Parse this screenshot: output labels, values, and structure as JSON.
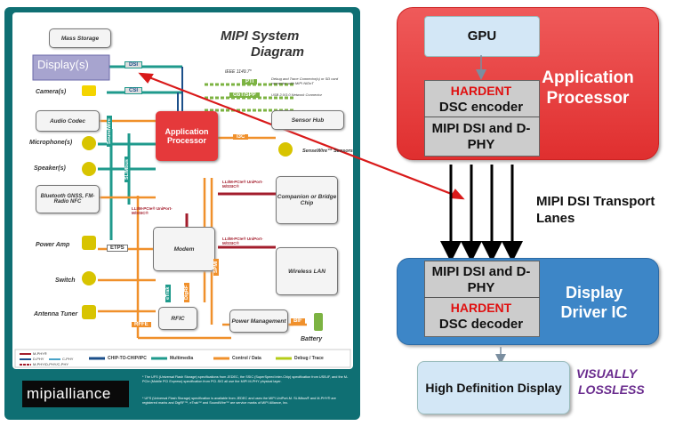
{
  "poster": {
    "title_line1": "MIPI System",
    "title_line2": "Diagram",
    "processor": "Application Processor",
    "blocks": {
      "mass_storage": "Mass Storage",
      "displays": "Display(s)",
      "cameras": "Camera(s)",
      "audio_codec": "Audio Codec",
      "microphones": "Microphone(s)",
      "speakers": "Speaker(s)",
      "bluetooth": "Bluetooth GNSS, FM-Radio NFC",
      "power_amp": "Power Amp",
      "switch": "Switch",
      "antenna_tuner": "Antenna Tuner",
      "modem": "Modem",
      "rfic": "RFIC",
      "power_mgmt": "Power Management",
      "battery": "Battery",
      "sensor_hub": "Sensor Hub",
      "companion": "Companion or Bridge Chip",
      "wireless_lan": "Wireless LAN",
      "sensewire_sensors": "SenseWire™ Sensors"
    },
    "interfaces": {
      "dsi": "DSI",
      "csi": "CSI",
      "i3c": "I3C",
      "pti": "PTI",
      "gbt": "GbT/SPP",
      "soundwire": "SoundWire",
      "slimbus": "SLIMbus",
      "etps": "ETPS",
      "rffe": "RFFE",
      "bif": "BIF",
      "spmi": "SPMI",
      "etrak": "eTrak",
      "digrf": "DigRF",
      "llim1": "LLI/M-PCIe® UniPort-M/SSIC®",
      "llim2": "LLI/M-PCIe® UniPort-M/SSIC®",
      "llim3": "LLI/M-PCIe® UniPort-M/SSIC®",
      "ieee": "IEEE 1149.7*",
      "debug_note": "Debug and Trace Connector(s) or SD card connector with MIPI NIDnT",
      "usb_note": "USB 2.0/3.0 Network Connector"
    },
    "legend": {
      "mphy": "M-PHY®",
      "dphy": "D-PHY",
      "cphy": "C-PHY",
      "mphy_dphy": "M-PHY/D-PHY/C-PHY",
      "chip": "CHIP-TO-CHIP/IPC",
      "multimedia": "Multimedia",
      "control": "Control / Data",
      "debug": "Debug / Trace"
    },
    "logo": "mipialliance",
    "footnote1": "* The UFS (Universal Flash Storage) specifications from JEDEC, the SSIC (SuperSpeed inter-Chip) specification from USB-IF, and the M-PCIe (Mobile PCI Express) specification from PCI-SIG all use the MIPI M-PHY physical layer.",
    "footnote2": "* UFS (Universal Flash Storage) specification is available from JEDEC and uses the MIPI UniPort-M. SLIMbus® and M-PHY® are registered marks and DigRF™, eTrak™ and SoundWire™ are service marks of MIPI Alliance, Inc."
  },
  "right": {
    "gpu": "GPU",
    "app_processor": "Application Processor",
    "hardent1": "HARDENT",
    "dsc_encoder": "DSC encoder",
    "mipi_tx": "MIPI DSI and D-PHY",
    "transport": "MIPI DSI Transport Lanes",
    "mipi_rx": "MIPI DSI and D-PHY",
    "hardent2": "HARDENT",
    "dsc_decoder": "DSC decoder",
    "driver_ic": "Display Driver IC",
    "hd_display": "High Definition Display",
    "visually": "VISUALLY",
    "lossless": "LOSSLESS"
  },
  "colors": {
    "teal": "#0f6f73",
    "app_red": "#e5393b",
    "driver_blue": "#3d86c7",
    "light_blue": "#d3e7f6",
    "hardent_red": "#e01010",
    "purple": "#6a2c8e",
    "arrow_red": "#d91a1a"
  }
}
